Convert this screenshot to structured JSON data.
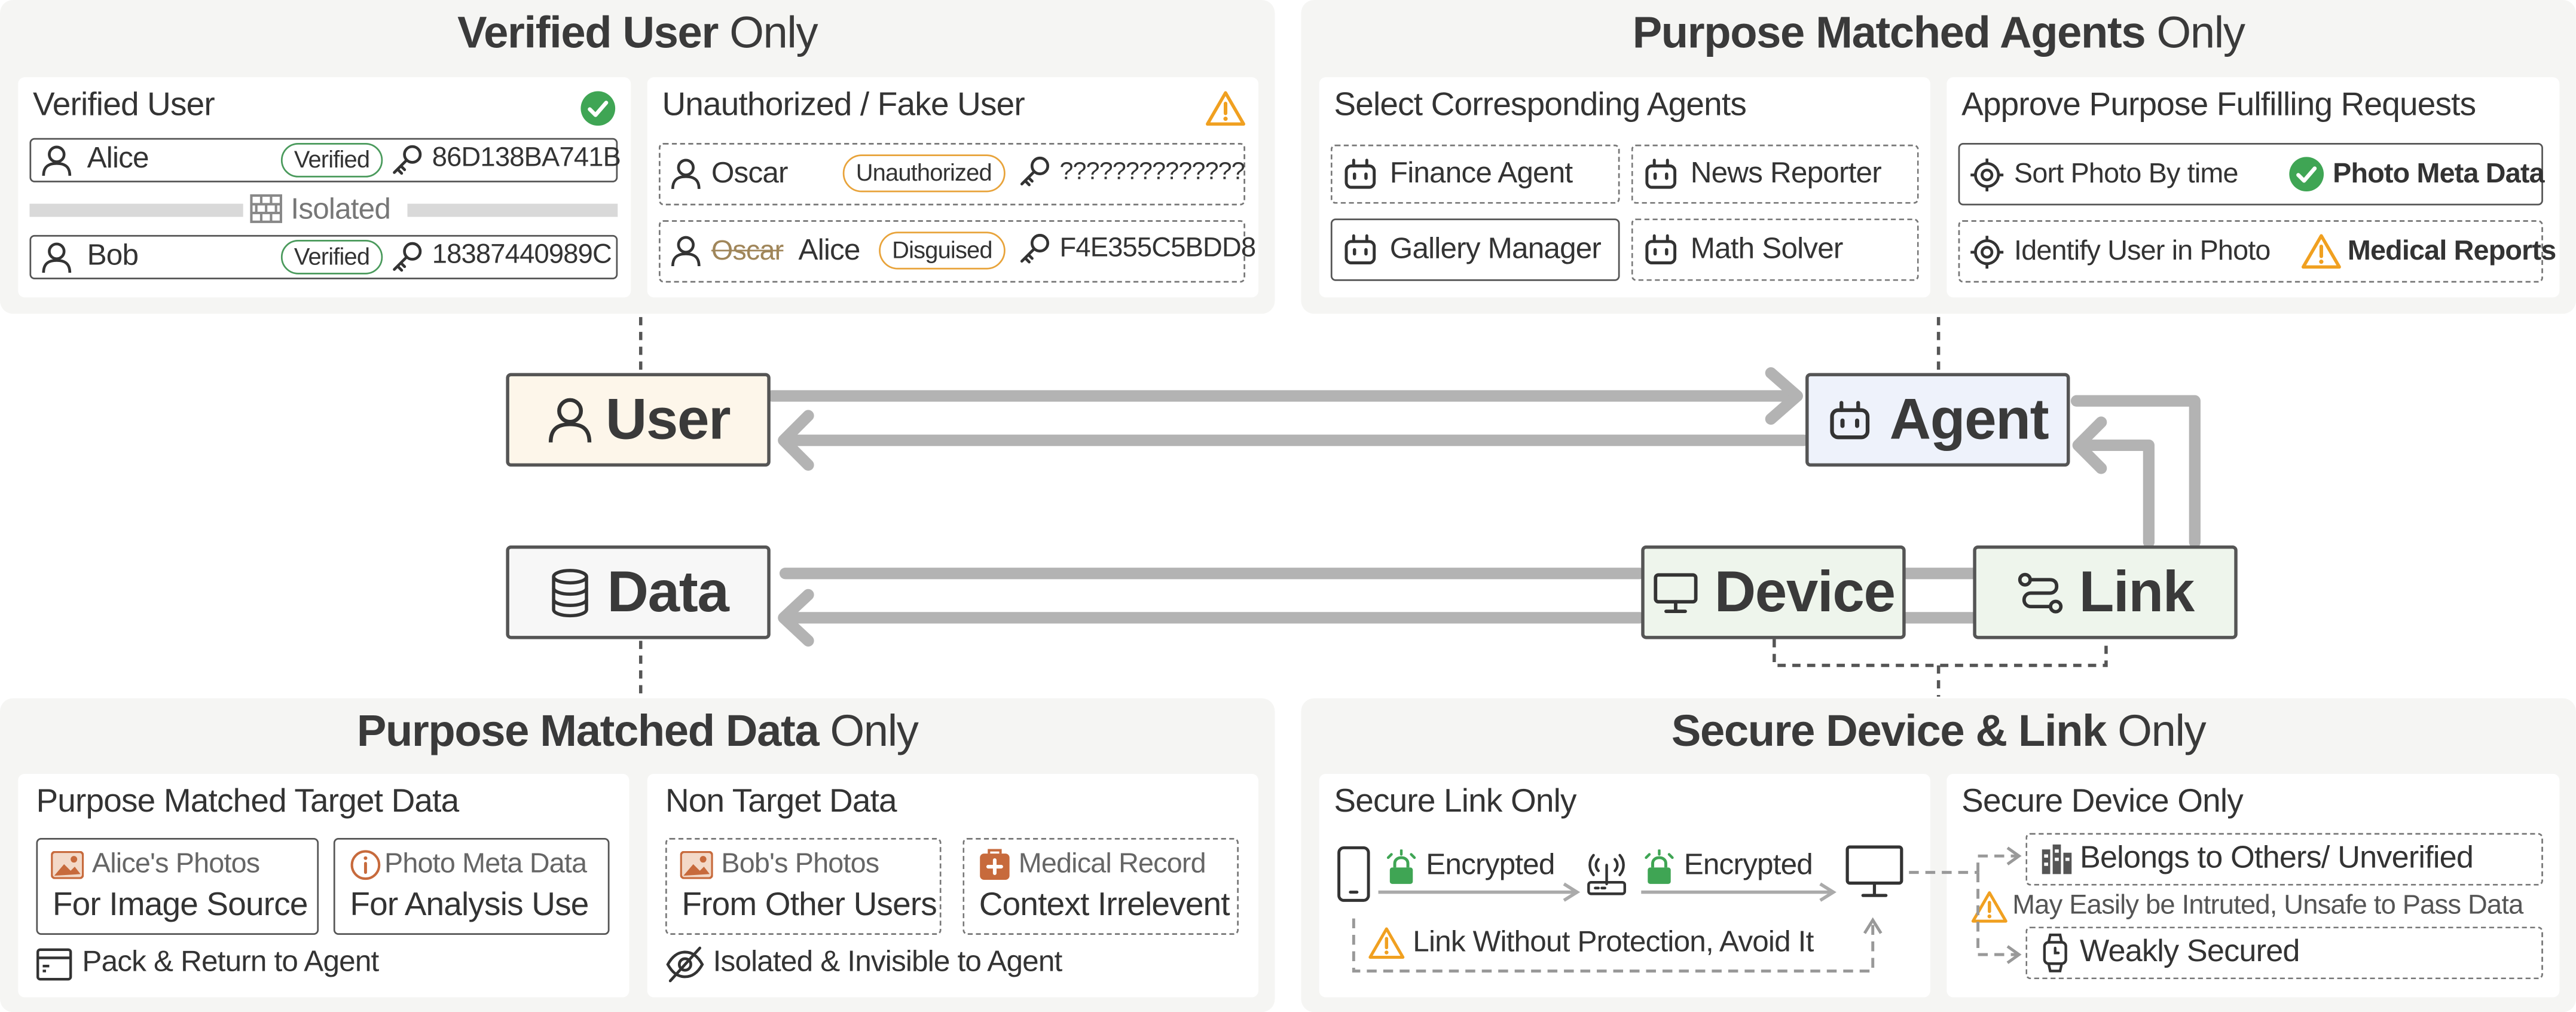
{
  "panels": {
    "verified_user": {
      "title_bold": "Verified User",
      "title_rest": " Only",
      "verified_card": {
        "title": "Verified User",
        "status_icon": "check-circle-icon",
        "users": [
          {
            "name": "Alice",
            "badge": "Verified",
            "key": "86D138BA741B"
          },
          {
            "name": "Bob",
            "badge": "Verified",
            "key": "18387440989C"
          }
        ],
        "separator_label": "Isolated"
      },
      "fake_card": {
        "title": "Unauthorized / Fake User",
        "status_icon": "warning-icon",
        "users": [
          {
            "name": "Oscar",
            "badge": "Unauthorized",
            "key": "??????????????"
          },
          {
            "struck_name": "Oscar",
            "name": "Alice",
            "badge": "Disguised",
            "key": "F4E355C5BDD8"
          }
        ]
      }
    },
    "agents": {
      "title_bold": "Purpose Matched Agents",
      "title_rest": " Only",
      "select_card": {
        "title": "Select Corresponding Agents",
        "agents": [
          "Finance Agent",
          "News Reporter",
          "Gallery Manager",
          "Math Solver"
        ]
      },
      "approve_card": {
        "title": "Approve Purpose Fulfilling Requests",
        "requests": [
          {
            "task": "Sort Photo By time",
            "data": "Photo Meta Data"
          },
          {
            "task": "Identify User in Photo",
            "data": "Medical Reports"
          }
        ]
      }
    },
    "data": {
      "title_bold": "Purpose Matched Data",
      "title_rest": " Only",
      "target_card": {
        "title": "Purpose Matched Target Data",
        "items": [
          {
            "label": "Alice's Photos",
            "use": "For Image Source"
          },
          {
            "label": "Photo Meta Data",
            "use": "For Analysis Use"
          }
        ],
        "footer": "Pack & Return to Agent"
      },
      "non_target_card": {
        "title": "Non Target Data",
        "items": [
          {
            "label": "Bob's Photos",
            "use": "From Other Users"
          },
          {
            "label": "Medical Record",
            "use": "Context Irrelevent"
          }
        ],
        "footer": "Isolated & Invisible to Agent"
      }
    },
    "secure": {
      "title_bold": "Secure Device & Link",
      "title_rest": " Only",
      "link_card": {
        "title": "Secure Link Only",
        "encrypted_1": "Encrypted",
        "encrypted_2": "Encrypted",
        "warning": "Link Without Protection, Avoid It"
      },
      "device_card": {
        "title": "Secure Device Only",
        "unverified": "Belongs to Others/ Unverified",
        "warning": "May Easily be Intruted, Unsafe to Pass Data",
        "weak": "Weakly Secured"
      }
    }
  },
  "nodes": {
    "user": "User",
    "agent": "Agent",
    "data": "Data",
    "device": "Device",
    "link": "Link"
  },
  "colors": {
    "user_node": "#fdf6ea",
    "agent_node": "#eef2fb",
    "data_node": "#f7f7f7",
    "device_node": "#eef5ec",
    "link_node": "#eef5ec",
    "verified_green": "#3fa554",
    "warning_orange": "#f0a020",
    "panel_bg": "#f5f5f3",
    "arrow_gray": "#b0b0b0"
  }
}
